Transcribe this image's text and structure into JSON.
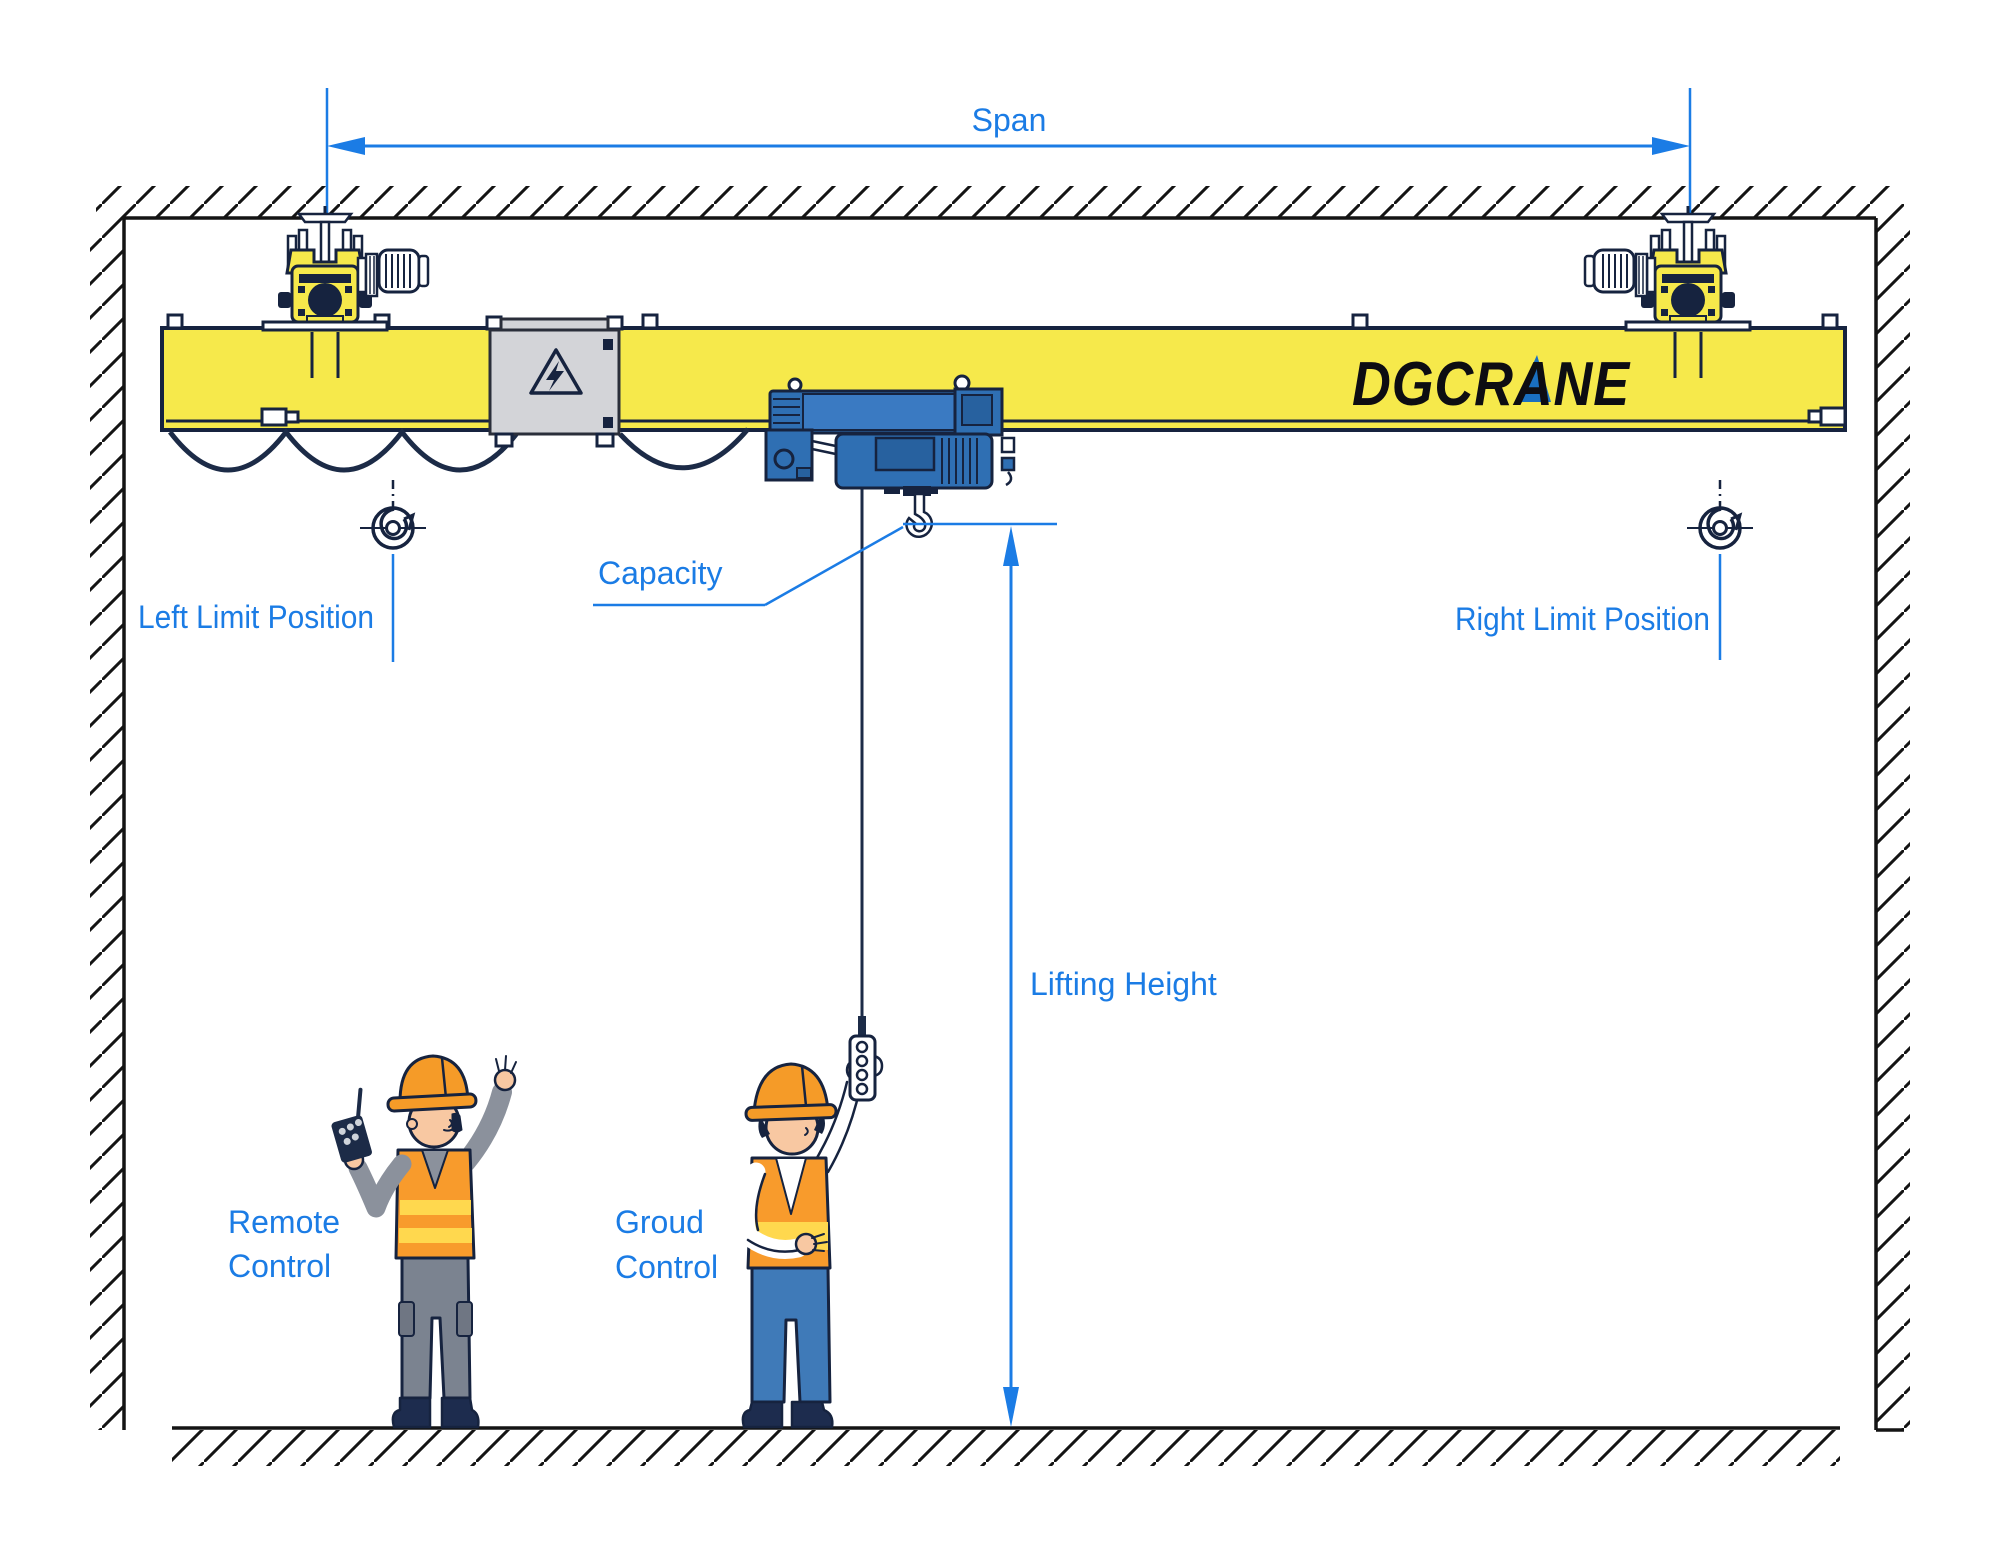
{
  "title": "Underhung overhead crane technical diagram",
  "brand": {
    "logo_part1": "DGCR",
    "logo_part2": "A",
    "logo_part3": "NE"
  },
  "annotations": {
    "span": "Span",
    "capacity": "Capacity",
    "lifting_height": "Lifting Height",
    "left_limit": "Left Limit Position",
    "right_limit": "Right Limit Position",
    "remote_control_line1": "Remote",
    "remote_control_line2": "Control",
    "ground_control_line1": "Groud",
    "ground_control_line2": "Control"
  },
  "icons": {
    "left_limit_marker": "crane-hook-icon",
    "right_limit_marker": "crane-hook-icon",
    "electrical_box_symbol": "electric-hazard-triangle-icon",
    "remote_device": "walkie-talkie-icon",
    "pendant_device": "pendant-control-icon"
  },
  "colors": {
    "annotation_blue": "#1b7ce5",
    "beam_yellow": "#f6e94b",
    "hoist_blue": "#2f6fb3",
    "hoist_blue_dark": "#27619f",
    "outline_navy": "#16233f",
    "hatch_black": "#141414",
    "box_gray": "#d3d4d8",
    "helmet_orange": "#f59b28",
    "vest_orange": "#f89b2c",
    "stripe_yellow": "#ffd84e",
    "jeans_blue": "#3f7ab8",
    "clothes_gray": "#8b919c",
    "pants_gray": "#7b8390",
    "skin": "#f8c8a2",
    "boot_navy": "#1d2c4e",
    "logo_black": "#0d0d12",
    "logo_triangle_blue": "#1a6fc0"
  }
}
